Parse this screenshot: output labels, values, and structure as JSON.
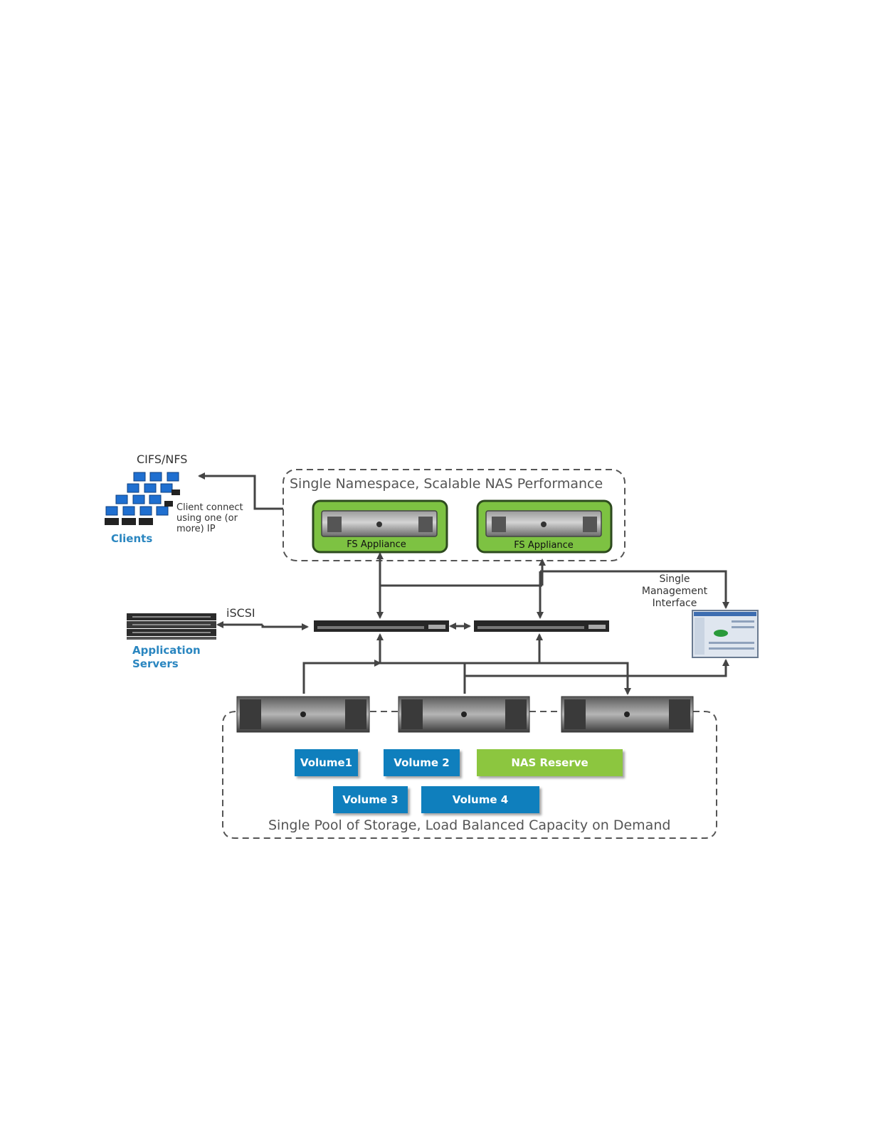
{
  "labels": {
    "protocol": "CIFS/NFS",
    "clients": "Clients",
    "client_connect": "Client connect using one (or more) IP",
    "namespace_title": "Single Namespace, Scalable NAS Performance",
    "fs_appliance_1": "FS Appliance",
    "fs_appliance_2": "FS Appliance",
    "iscsi": "iSCSI",
    "app_servers": "Application Servers",
    "mgmt": "Single Management Interface",
    "pool_title": "Single Pool of Storage, Load Balanced Capacity on Demand"
  },
  "volumes": [
    {
      "label": "Volume1",
      "color": "#0f7fbd"
    },
    {
      "label": "Volume 2",
      "color": "#0f7fbd"
    },
    {
      "label": "NAS Reserve",
      "color": "#8cc63f"
    },
    {
      "label": "Volume 3",
      "color": "#0f7fbd"
    },
    {
      "label": "Volume 4",
      "color": "#0f7fbd"
    }
  ],
  "colors": {
    "accent_blue": "#2a86c0",
    "volume_blue": "#0f7fbd",
    "appliance_green": "#7dc242",
    "connector": "#444444"
  },
  "icons": [
    "monitor-icon",
    "rack-server-icon",
    "network-switch-icon",
    "storage-array-icon",
    "management-screen-icon"
  ]
}
